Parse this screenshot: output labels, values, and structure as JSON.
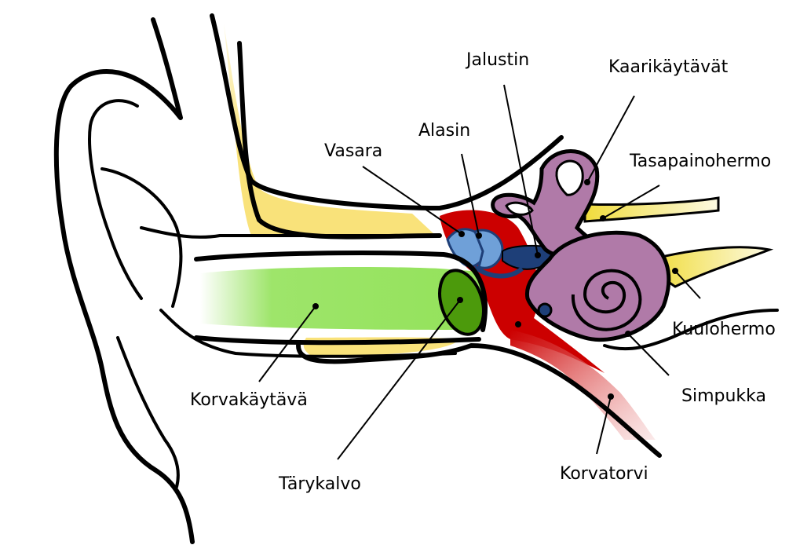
{
  "labels": {
    "jalustin": "Jalustin",
    "kaarikaytavat": "Kaarikäytävät",
    "alasin": "Alasin",
    "vasara": "Vasara",
    "tasapainohermo": "Tasapainohermo",
    "kuulohermo": "Kuulohermo",
    "simpukka": "Simpukka",
    "korvakaytava": "Korvakäytävä",
    "tarykalvo": "Tärykalvo",
    "korvatorvi": "Korvatorvi"
  },
  "colors": {
    "outline": "#000000",
    "cartilage": "#f9e27a",
    "canal": "#93e25a",
    "eardrum": "#4c9a0c",
    "middle_ear": "#cc0000",
    "ossicles": "#6fa0d8",
    "ossicle_outline": "#1e3f78",
    "inner_ear": "#b07aa8",
    "nerve": "#f0dc3c",
    "tube": "#e89a9a"
  }
}
